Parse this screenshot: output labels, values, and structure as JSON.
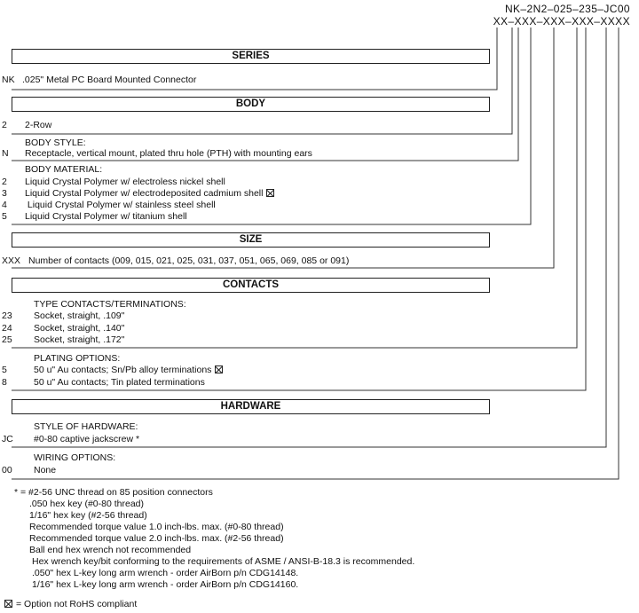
{
  "part_number": {
    "example": "NK–2N2–025–235–JC00",
    "template": "XX–XXX–XXX–XXX–XXXX"
  },
  "series": {
    "title": "SERIES",
    "items": [
      {
        "code": "NK",
        "desc": ".025\" Metal PC Board Mounted Connector"
      }
    ]
  },
  "body": {
    "title": "BODY",
    "rows": [
      {
        "code": "2",
        "desc": "2-Row"
      }
    ],
    "style_label": "BODY STYLE:",
    "style_items": [
      {
        "code": "N",
        "desc": "Receptacle, vertical mount, plated thru hole (PTH) with mounting ears"
      }
    ],
    "material_label": "BODY MATERIAL:",
    "material_items": [
      {
        "code": "2",
        "desc": "Liquid Crystal Polymer w/ electroless nickel shell"
      },
      {
        "code": "3",
        "desc": "Liquid Crystal Polymer w/ electrodeposited cadmium shell"
      },
      {
        "code": "4",
        "desc": " Liquid Crystal Polymer w/ stainless steel shell"
      },
      {
        "code": "5",
        "desc": "Liquid Crystal Polymer w/ titanium shell"
      }
    ]
  },
  "size": {
    "title": "SIZE",
    "items": [
      {
        "code": "XXX",
        "desc": "Number of contacts (009, 015, 021, 025, 031, 037, 051, 065, 069, 085 or 091)"
      }
    ]
  },
  "contacts": {
    "title": "CONTACTS",
    "type_label": "TYPE CONTACTS/TERMINATIONS:",
    "type_items": [
      {
        "code": "23",
        "desc": "Socket, straight, .109\""
      },
      {
        "code": "24",
        "desc": "Socket, straight, .140\""
      },
      {
        "code": "25",
        "desc": "Socket, straight, .172\""
      }
    ],
    "plating_label": "PLATING OPTIONS:",
    "plating_items": [
      {
        "code": "5",
        "desc": "50 u\" Au contacts; Sn/Pb alloy terminations"
      },
      {
        "code": "8",
        "desc": "50 u\" Au contacts; Tin plated terminations"
      }
    ]
  },
  "hardware": {
    "title": "HARDWARE",
    "style_label": "STYLE OF HARDWARE:",
    "style_items": [
      {
        "code": "JC",
        "desc": "#0-80 captive jackscrew *"
      }
    ],
    "wiring_label": "WIRING OPTIONS:",
    "wiring_items": [
      {
        "code": "00",
        "desc": "None"
      }
    ]
  },
  "notes": [
    "* = #2-56 UNC thread on 85 position connectors",
    ".050 hex key (#0-80 thread)",
    "1/16\" hex key (#2-56 thread)",
    "Recommended torque value 1.0 inch-lbs. max. (#0-80 thread)",
    "Recommended torque value 2.0 inch-lbs. max. (#2-56 thread)",
    "Ball end hex wrench not recommended",
    "Hex wrench key/bit conforming to the requirements of ASME / ANSI-B-18.3 is recommended.",
    ".050\" hex L-key long arm wrench - order AirBorn p/n CDG14148.",
    "1/16\" hex L-key long arm wrench - order AirBorn p/n CDG14160."
  ],
  "legend": "= Option not RoHS compliant"
}
